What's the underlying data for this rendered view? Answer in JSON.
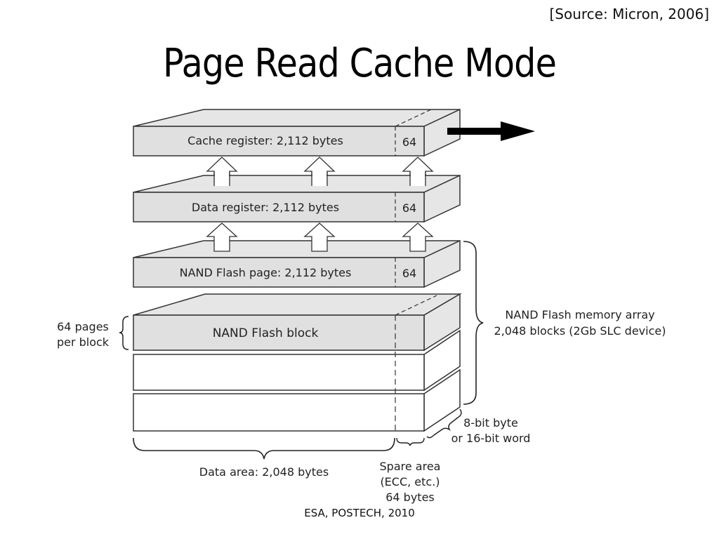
{
  "slide": {
    "source": "[Source: Micron, 2006]",
    "title": "Page Read Cache Mode",
    "footer": "ESA, POSTECH, 2010"
  },
  "diagram": {
    "layers": [
      {
        "name": "cache-register",
        "label": "Cache register: 2,112 bytes",
        "spare": "64",
        "fill": "#e0e0e0"
      },
      {
        "name": "data-register",
        "label": "Data register: 2,112 bytes",
        "spare": "64",
        "fill": "#e0e0e0"
      },
      {
        "name": "nand-flash-page",
        "label": "NAND Flash page: 2,112 bytes",
        "spare": "64",
        "fill": "#e0e0e0"
      },
      {
        "name": "nand-flash-block",
        "label": "NAND Flash block",
        "spare": "",
        "fill": "#e0e0e0"
      }
    ],
    "labels": {
      "pages_per_block_line1": "64 pages",
      "pages_per_block_line2": "per block",
      "memory_array_line1": "NAND Flash memory array",
      "memory_array_line2": "2,048 blocks (2Gb SLC device)",
      "width_line1": "8-bit byte",
      "width_line2": "or 16-bit word",
      "data_area": "Data area: 2,048 bytes",
      "spare_line1": "Spare area",
      "spare_line2": "(ECC, etc.)",
      "spare_line3": "64 bytes"
    },
    "colors": {
      "gray_fill": "#e0e0e0",
      "white_fill": "#ffffff",
      "stroke": "#333333",
      "arrow": "#000000"
    }
  }
}
